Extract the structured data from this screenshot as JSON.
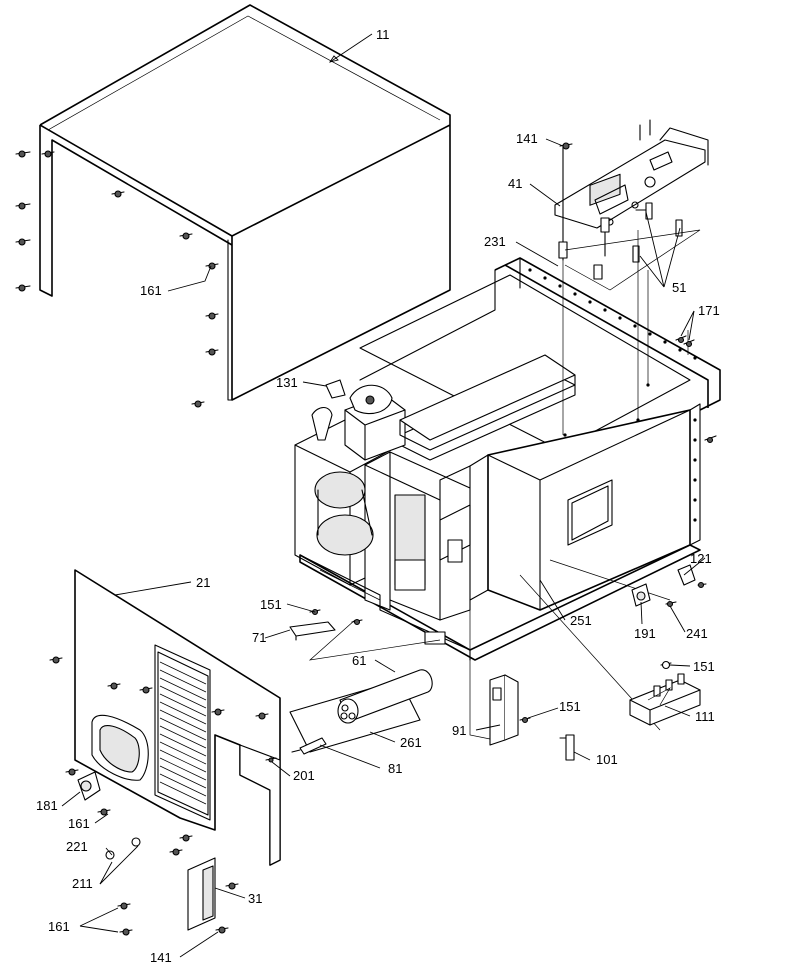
{
  "callouts": [
    {
      "id": "c11",
      "text": "11"
    },
    {
      "id": "c141a",
      "text": "141"
    },
    {
      "id": "c41",
      "text": "41"
    },
    {
      "id": "c231",
      "text": "231"
    },
    {
      "id": "c51",
      "text": "51"
    },
    {
      "id": "c161a",
      "text": "161"
    },
    {
      "id": "c171",
      "text": "171"
    },
    {
      "id": "c131",
      "text": "131"
    },
    {
      "id": "c21",
      "text": "21"
    },
    {
      "id": "c121",
      "text": "121"
    },
    {
      "id": "c151a",
      "text": "151"
    },
    {
      "id": "c71",
      "text": "71"
    },
    {
      "id": "c251",
      "text": "251"
    },
    {
      "id": "c191",
      "text": "191"
    },
    {
      "id": "c241",
      "text": "241"
    },
    {
      "id": "c61",
      "text": "61"
    },
    {
      "id": "c151b",
      "text": "151"
    },
    {
      "id": "c111",
      "text": "111"
    },
    {
      "id": "c151c",
      "text": "151"
    },
    {
      "id": "c91",
      "text": "91"
    },
    {
      "id": "c261",
      "text": "261"
    },
    {
      "id": "c101",
      "text": "101"
    },
    {
      "id": "c201",
      "text": "201"
    },
    {
      "id": "c81",
      "text": "81"
    },
    {
      "id": "c181",
      "text": "181"
    },
    {
      "id": "c161b",
      "text": "161"
    },
    {
      "id": "c221",
      "text": "221"
    },
    {
      "id": "c211",
      "text": "211"
    },
    {
      "id": "c31",
      "text": "31"
    },
    {
      "id": "c161c",
      "text": "161"
    },
    {
      "id": "c141b",
      "text": "141"
    }
  ]
}
